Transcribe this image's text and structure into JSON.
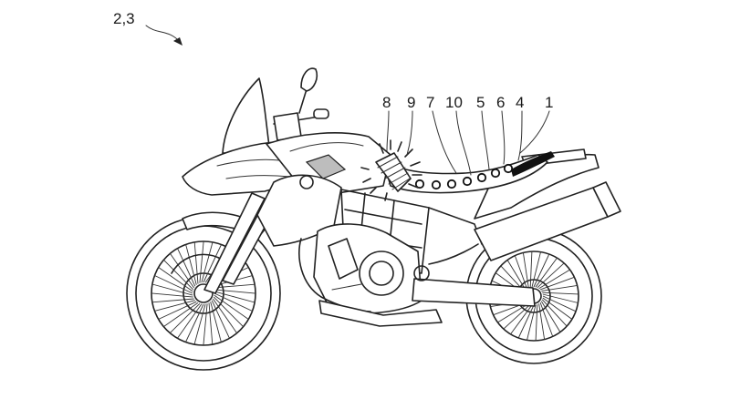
{
  "figure": {
    "reference_label": "2,3",
    "callouts": [
      "8",
      "9",
      "7",
      "10",
      "5",
      "6",
      "4",
      "1"
    ]
  }
}
